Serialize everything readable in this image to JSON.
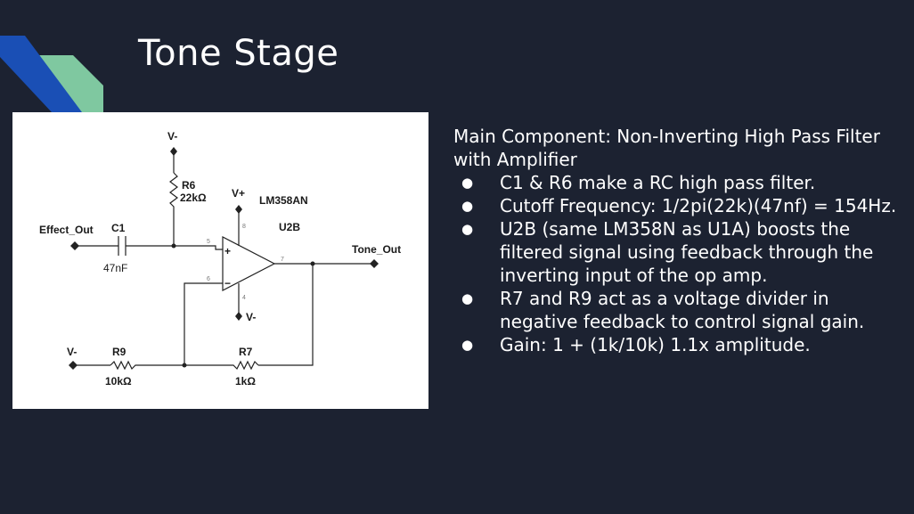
{
  "slide": {
    "title": "Tone Stage",
    "heading": "Main Component: Non-Inverting High Pass Filter with Amplifier",
    "bullets": [
      "C1 & R6 make a RC high pass filter.",
      "Cutoff Frequency: 1/2pi(22k)(47nf) = 154Hz.",
      "U2B (same LM358N as U1A) boosts the filtered signal using feedback through the inverting input of the op amp.",
      "R7 and R9 act as a voltage divider in negative feedback to control signal gain.",
      "Gain: 1 + (1k/10k) 1.1x amplitude."
    ],
    "colors": {
      "background": "#1c2231",
      "accent_blue": "#1a4fb5",
      "accent_green": "#7fc8a0"
    }
  },
  "schematic": {
    "labels": {
      "v_minus_top": "V-",
      "r6_name": "R6",
      "r6_value": "22kΩ",
      "v_plus": "V+",
      "opamp_model": "LM358AN",
      "opamp_ref": "U2B",
      "input": "Effect_Out",
      "c1_name": "C1",
      "c1_value": "47nF",
      "output": "Tone_Out",
      "v_minus_opamp": "V-",
      "v_minus_left": "V-",
      "r9_name": "R9",
      "r9_value": "10kΩ",
      "r7_name": "R7",
      "r7_value": "1kΩ",
      "pin_5": "5",
      "pin_6": "6",
      "pin_7": "7",
      "pin_8": "8",
      "pin_4": "4",
      "plus_sign": "+",
      "minus_sign": "−"
    }
  }
}
